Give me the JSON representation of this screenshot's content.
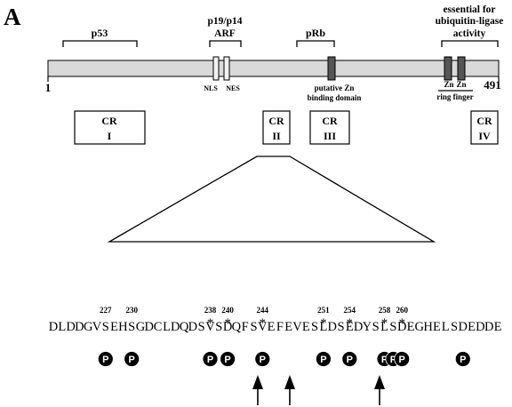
{
  "panel_label": "A",
  "protein": {
    "start": "1",
    "end": "491"
  },
  "top_labels": {
    "p53": "p53",
    "arf_line1": "p19/p14",
    "arf_line2": "ARF",
    "prb": "pRb",
    "ubiq_line1": "essential for",
    "ubiq_line2": "ubiquitin-ligase",
    "ubiq_line3": "activity"
  },
  "domain_labels": {
    "nls": "NLS",
    "nes": "NES",
    "zn_binding_line1": "putative Zn",
    "zn_binding_line2": "binding domain",
    "zn1": "Zn",
    "zn2": "Zn",
    "ring": "ring finger"
  },
  "regions": [
    {
      "line1": "CR",
      "line2": "I"
    },
    {
      "line1": "CR",
      "line2": "II"
    },
    {
      "line1": "CR",
      "line2": "III"
    },
    {
      "line1": "CR",
      "line2": "IV"
    }
  ],
  "sequence": "DLDDGVSEHSGDCLDQDSVSDQFSVEFEVESLDSEDYSLSDEGHELSDEDDE",
  "site_numbers": [
    "227",
    "230",
    "238",
    "240",
    "244",
    "251",
    "254",
    "258",
    "260"
  ],
  "phospho_letter": "P",
  "colors": {
    "bar_fill": "#d9d9d9",
    "box_fill": "#dedede",
    "zn_box": "#555555",
    "ink": "#000000"
  }
}
